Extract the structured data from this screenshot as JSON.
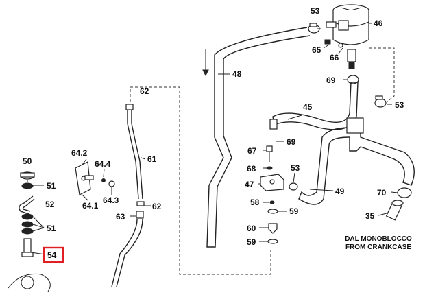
{
  "diagram": {
    "labels": [
      {
        "id": "l53a",
        "text": "53"
      },
      {
        "id": "l46",
        "text": "46"
      },
      {
        "id": "l65",
        "text": "65"
      },
      {
        "id": "l66",
        "text": "66"
      },
      {
        "id": "l48",
        "text": "48"
      },
      {
        "id": "l69a",
        "text": "69"
      },
      {
        "id": "l62a",
        "text": "62"
      },
      {
        "id": "l53b",
        "text": "53"
      },
      {
        "id": "l45",
        "text": "45"
      },
      {
        "id": "l69b",
        "text": "69"
      },
      {
        "id": "l67",
        "text": "67"
      },
      {
        "id": "l642",
        "text": "64.2"
      },
      {
        "id": "l61",
        "text": "61"
      },
      {
        "id": "l644",
        "text": "64.4"
      },
      {
        "id": "l50",
        "text": "50"
      },
      {
        "id": "l68",
        "text": "68"
      },
      {
        "id": "l53c",
        "text": "53"
      },
      {
        "id": "l47",
        "text": "47"
      },
      {
        "id": "l49",
        "text": "49"
      },
      {
        "id": "l51a",
        "text": "51"
      },
      {
        "id": "l70",
        "text": "70"
      },
      {
        "id": "l643",
        "text": "64.3"
      },
      {
        "id": "l58",
        "text": "58"
      },
      {
        "id": "l52",
        "text": "52"
      },
      {
        "id": "l641",
        "text": "64.1"
      },
      {
        "id": "l62b",
        "text": "62"
      },
      {
        "id": "l59a",
        "text": "59"
      },
      {
        "id": "l63",
        "text": "63"
      },
      {
        "id": "l51b",
        "text": "51"
      },
      {
        "id": "l35",
        "text": "35"
      },
      {
        "id": "l60",
        "text": "60"
      },
      {
        "id": "l59b",
        "text": "59"
      },
      {
        "id": "l54",
        "text": "54"
      }
    ],
    "note_line1": "DAL MONOBLOCCO",
    "note_line2": "FROM CRANKCASE",
    "highlight_color": "#e01e24"
  }
}
